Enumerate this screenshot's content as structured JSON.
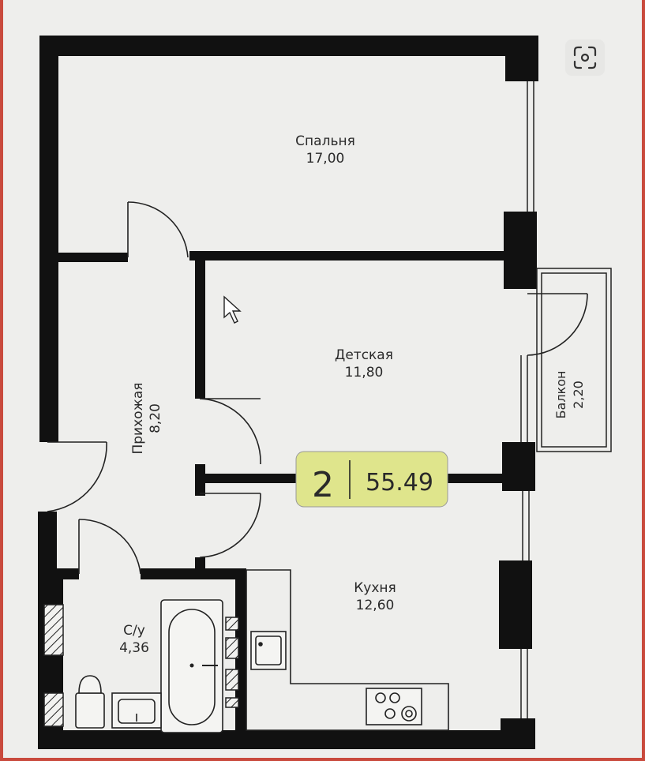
{
  "plan": {
    "rooms": [
      {
        "id": "bedroom",
        "name": "Спальня",
        "area": "17,00"
      },
      {
        "id": "nursery",
        "name": "Детская",
        "area": "11,80"
      },
      {
        "id": "hallway",
        "name": "Прихожая",
        "area": "8,20"
      },
      {
        "id": "balcony",
        "name": "Балкон",
        "area": "2,20"
      },
      {
        "id": "kitchen",
        "name": "Кухня",
        "area": "12,60"
      },
      {
        "id": "bathroom",
        "name": "С/у",
        "area": "4,36"
      }
    ],
    "badge": {
      "rooms": "2",
      "total_area": "55.49",
      "color": "#dfe58c"
    },
    "colors": {
      "wall": "#111111",
      "floor": "#eeeeec",
      "frame": "#c94a3d"
    }
  },
  "viewer": {
    "lens_icon": "lens-search-icon"
  }
}
